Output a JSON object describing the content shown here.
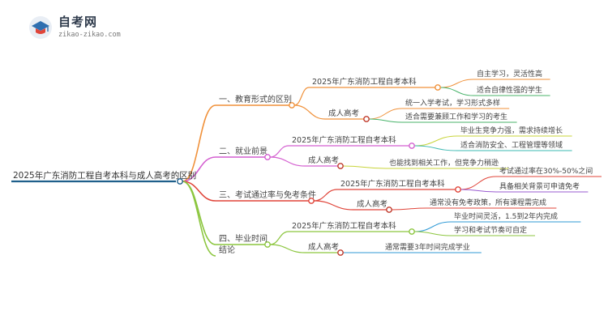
{
  "logo": {
    "title": "自考网",
    "url": "zikao-zikao.com",
    "icon": "graduation-cap-icon"
  },
  "root": "2025年广东消防工程自考本科与成人高考的区别",
  "colors": {
    "root": "#1f5f8b",
    "b1": "#f0913a",
    "b2": "#d45fd0",
    "b3": "#e0453a",
    "b4": "#8cc63f"
  },
  "branches": [
    {
      "label": "一、教育形式的区别",
      "groups": [
        {
          "label": "2025年广东消防工程自考本科",
          "leaves": [
            "自主学习，灵活性高",
            "适合自律性强的学生"
          ]
        },
        {
          "label": "成人高考",
          "leaves": [
            "统一入学考试，学习形式多样",
            "适合需要兼顾工作和学习的考生"
          ]
        }
      ]
    },
    {
      "label": "二、就业前景",
      "groups": [
        {
          "label": "2025年广东消防工程自考本科",
          "leaves": [
            "毕业生竞争力强，需求持续增长",
            "适合消防安全、工程管理等领域"
          ]
        },
        {
          "label": "成人高考",
          "leaves": [
            "也能找到相关工作，但竞争力稍逊"
          ]
        }
      ]
    },
    {
      "label": "三、考试通过率与免考条件",
      "groups": [
        {
          "label": "2025年广东消防工程自考本科",
          "leaves": [
            "考试通过率在30%-50%之间",
            "具备相关背景可申请免考"
          ]
        },
        {
          "label": "成人高考",
          "leaves": [
            "通常没有免考政策，所有课程需完成"
          ]
        }
      ]
    },
    {
      "label": "四、毕业时间",
      "groups": [
        {
          "label": "2025年广东消防工程自考本科",
          "leaves": [
            "毕业时间灵活，1.5到2年内完成",
            "学习和考试节奏可自定"
          ]
        },
        {
          "label": "成人高考",
          "leaves": [
            "通常需要3年时间完成学业"
          ]
        }
      ]
    },
    {
      "label": "结论",
      "groups": []
    }
  ]
}
